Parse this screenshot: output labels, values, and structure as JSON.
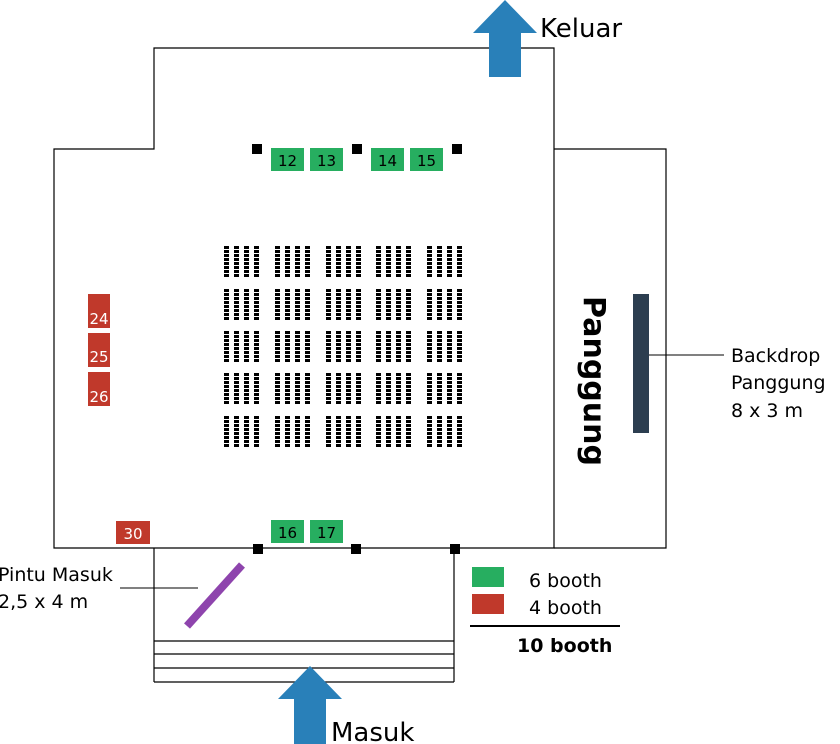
{
  "labels": {
    "exit": "Keluar",
    "entrance": "Masuk",
    "stage": "Panggung",
    "backdrop_line1": "Backdrop",
    "backdrop_line2": "Panggung",
    "backdrop_line3": "8 x 3 m",
    "door_line1": "Pintu Masuk",
    "door_line2": "2,5 x 4 m"
  },
  "legend": {
    "green_label": "6 booth",
    "red_label": "4 booth",
    "total_label": "10 booth"
  },
  "colors": {
    "green_booth": "#27ae60",
    "red_booth": "#c0392b",
    "arrow": "#2980b9",
    "backdrop": "#2c3e50",
    "door": "#8e44ad"
  },
  "booths": {
    "b12": "12",
    "b13": "13",
    "b14": "14",
    "b15": "15",
    "b16": "16",
    "b17": "17",
    "b24": "24",
    "b25": "25",
    "b26": "26",
    "b30": "30"
  }
}
